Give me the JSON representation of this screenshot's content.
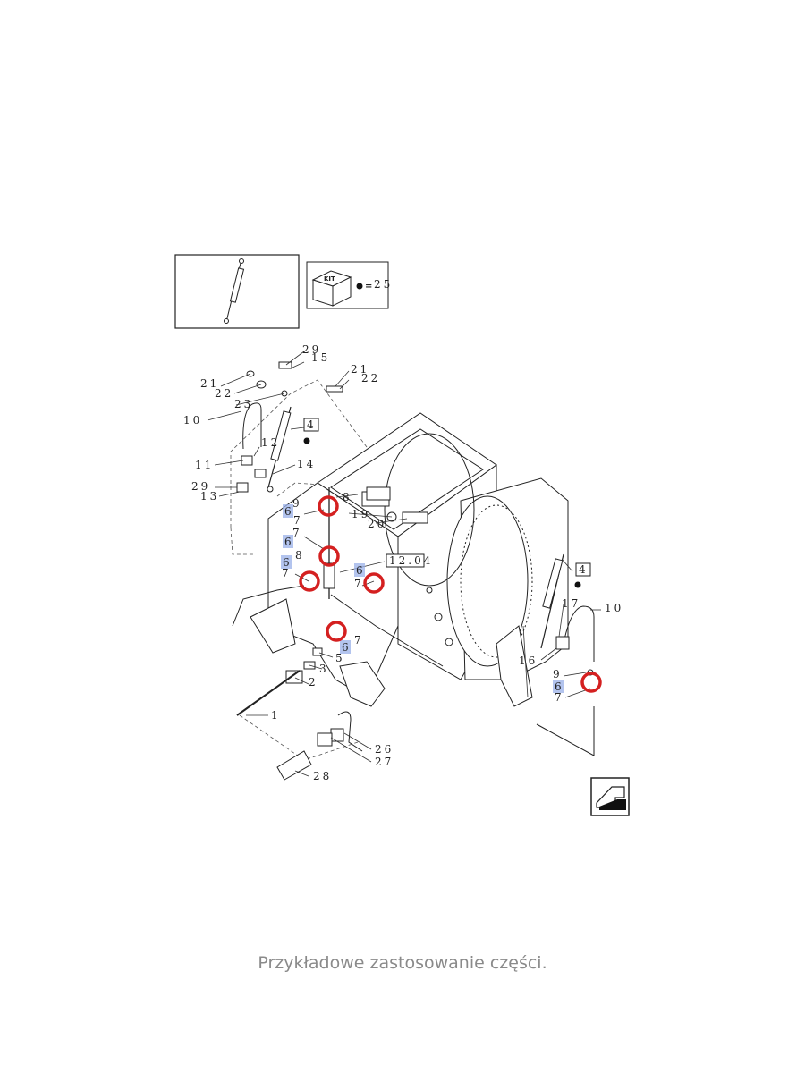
{
  "caption": "Przykładowe zastosowanie części.",
  "kit": {
    "title": "KIT",
    "equals": "=",
    "number": "25"
  },
  "callout_labels": {
    "l29a": "29",
    "l15": "15",
    "l21a": "21",
    "l22a": "22",
    "l21b": "21",
    "l22b": "22",
    "l23": "23",
    "l10a": "10",
    "l12": "12",
    "l4a": "4",
    "l11": "11",
    "l14": "14",
    "l29b": "29",
    "l13": "13",
    "l9a": "9",
    "l8a": "8",
    "l7a": "7",
    "l19": "19",
    "l20": "20",
    "l7b": "7",
    "l8b": "8",
    "l7c": "7",
    "l7d": "7",
    "ref": "12.04",
    "l7e": "7",
    "l5": "5",
    "l3": "3",
    "l2": "2",
    "l1": "1",
    "l26": "26",
    "l27": "27",
    "l28": "28",
    "l4b": "4",
    "l17": "17",
    "l10b": "10",
    "l16": "16",
    "l9b": "9",
    "l7f": "7"
  },
  "highlighted_labels": {
    "h1": "6",
    "h2": "6",
    "h3": "6",
    "h4": "6",
    "h5": "6",
    "h6": "6"
  },
  "colors": {
    "highlight_ring": "#d42020",
    "highlight_box": "#9ab0e8",
    "caption": "#8a8a8a"
  }
}
